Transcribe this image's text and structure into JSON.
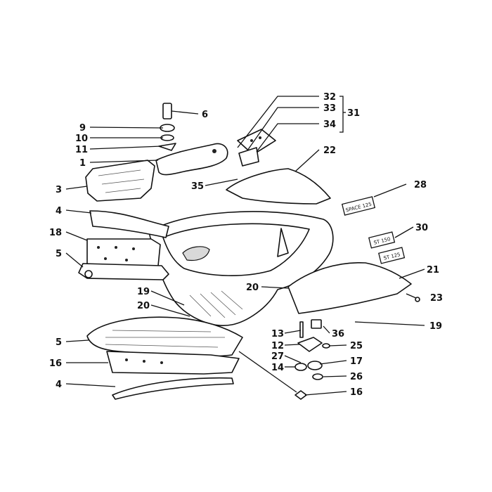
{
  "callouts": {
    "c6": "6",
    "c9": "9",
    "c10": "10",
    "c11": "11",
    "c1": "1",
    "c3": "3",
    "c4a": "4",
    "c18": "18",
    "c5a": "5",
    "c19a": "19",
    "c20a": "20",
    "c5b": "5",
    "c16a": "16",
    "c4b": "4",
    "c32": "32",
    "c33": "33",
    "c31": "31",
    "c34": "34",
    "c22": "22",
    "c35": "35",
    "c28": "28",
    "c30": "30",
    "c21": "21",
    "c23": "23",
    "c20b": "20",
    "c19b": "19",
    "c13": "13",
    "c36": "36",
    "c12": "12",
    "c25": "25",
    "c27": "27",
    "c17": "17",
    "c14": "14",
    "c26": "26",
    "c16b": "16"
  },
  "tags": {
    "t28": "SPACE 125",
    "t30a": "ST 150",
    "t30b": "ST 125"
  }
}
